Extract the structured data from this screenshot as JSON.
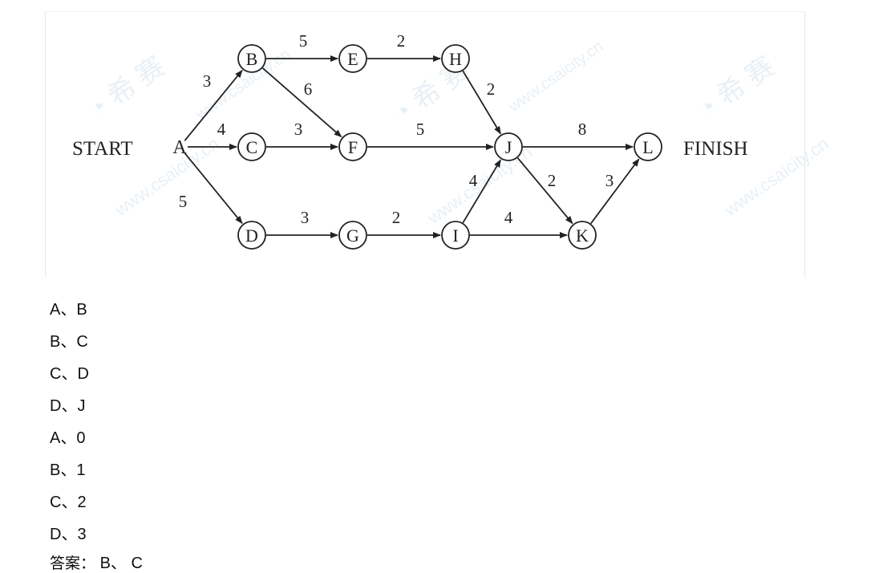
{
  "diagram": {
    "start_label": "START",
    "finish_label": "FINISH",
    "nodes": [
      {
        "id": "A",
        "label": "A",
        "circled": false
      },
      {
        "id": "B",
        "label": "B",
        "circled": true
      },
      {
        "id": "C",
        "label": "C",
        "circled": true
      },
      {
        "id": "D",
        "label": "D",
        "circled": true
      },
      {
        "id": "E",
        "label": "E",
        "circled": true
      },
      {
        "id": "F",
        "label": "F",
        "circled": true
      },
      {
        "id": "G",
        "label": "G",
        "circled": true
      },
      {
        "id": "H",
        "label": "H",
        "circled": true
      },
      {
        "id": "I",
        "label": "I",
        "circled": true
      },
      {
        "id": "J",
        "label": "J",
        "circled": true
      },
      {
        "id": "K",
        "label": "K",
        "circled": true
      },
      {
        "id": "L",
        "label": "L",
        "circled": true
      }
    ],
    "edges": [
      {
        "from": "A",
        "to": "B",
        "weight": "3"
      },
      {
        "from": "A",
        "to": "C",
        "weight": "4"
      },
      {
        "from": "A",
        "to": "D",
        "weight": "5"
      },
      {
        "from": "B",
        "to": "E",
        "weight": "5"
      },
      {
        "from": "B",
        "to": "F",
        "weight": "6"
      },
      {
        "from": "C",
        "to": "F",
        "weight": "3"
      },
      {
        "from": "E",
        "to": "H",
        "weight": "2"
      },
      {
        "from": "H",
        "to": "J",
        "weight": "2"
      },
      {
        "from": "F",
        "to": "J",
        "weight": "5"
      },
      {
        "from": "D",
        "to": "G",
        "weight": "3"
      },
      {
        "from": "G",
        "to": "I",
        "weight": "2"
      },
      {
        "from": "I",
        "to": "J",
        "weight": "4"
      },
      {
        "from": "I",
        "to": "K",
        "weight": "4"
      },
      {
        "from": "J",
        "to": "L",
        "weight": "8"
      },
      {
        "from": "J",
        "to": "K",
        "weight": "2"
      },
      {
        "from": "K",
        "to": "L",
        "weight": "3"
      }
    ]
  },
  "questions": [
    {
      "options": [
        "A、B",
        "B、C",
        "C、D",
        "D、J"
      ]
    },
    {
      "options": [
        "A、0",
        "B、1",
        "C、2",
        "D、3"
      ]
    }
  ],
  "answer": {
    "label": "答案：",
    "value": "B、 C"
  }
}
